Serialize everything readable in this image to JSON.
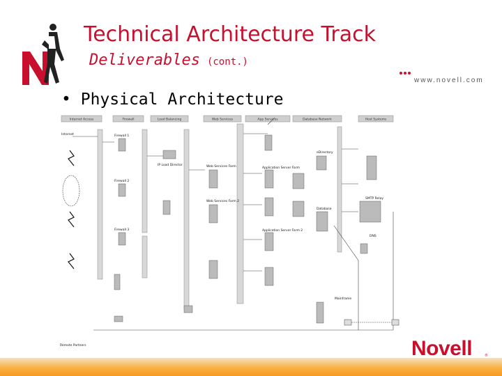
{
  "header": {
    "title": "Technical Architecture Track",
    "subtitle": "Deliverables",
    "subtitle_suffix": "(cont.)",
    "website": "www.novell.com",
    "logo": "N"
  },
  "content": {
    "bullet": "Physical Architecture"
  },
  "diagram": {
    "column_headers": [
      "Internet Access",
      "Firewall",
      "Load Balancing",
      "Web Services",
      "App Services",
      "Database Network",
      "Host Systems"
    ],
    "nodes": {
      "internet": "Internet",
      "remote": "Remote Partners",
      "lb_director": "IP Load Director",
      "web_svc_1": "Web Services Farm",
      "web_svc_2": "Web Services Farm 2",
      "app_svc_1": "Application Server Farm",
      "app_svc_2": "Application Server Farm 2",
      "edir": "eDirectory",
      "db": "Database",
      "dns": "DNS",
      "smtp": "SMTP Relay",
      "mainframe": "Mainframe",
      "firewall_1": "Firewall 1",
      "firewall_2": "Firewall 2",
      "firewall_3": "Firewall 3"
    }
  },
  "footer": {
    "brand": "Novell",
    "trademark": "®"
  },
  "colors": {
    "accent": "#c8102e",
    "bar": "#f9b042"
  }
}
